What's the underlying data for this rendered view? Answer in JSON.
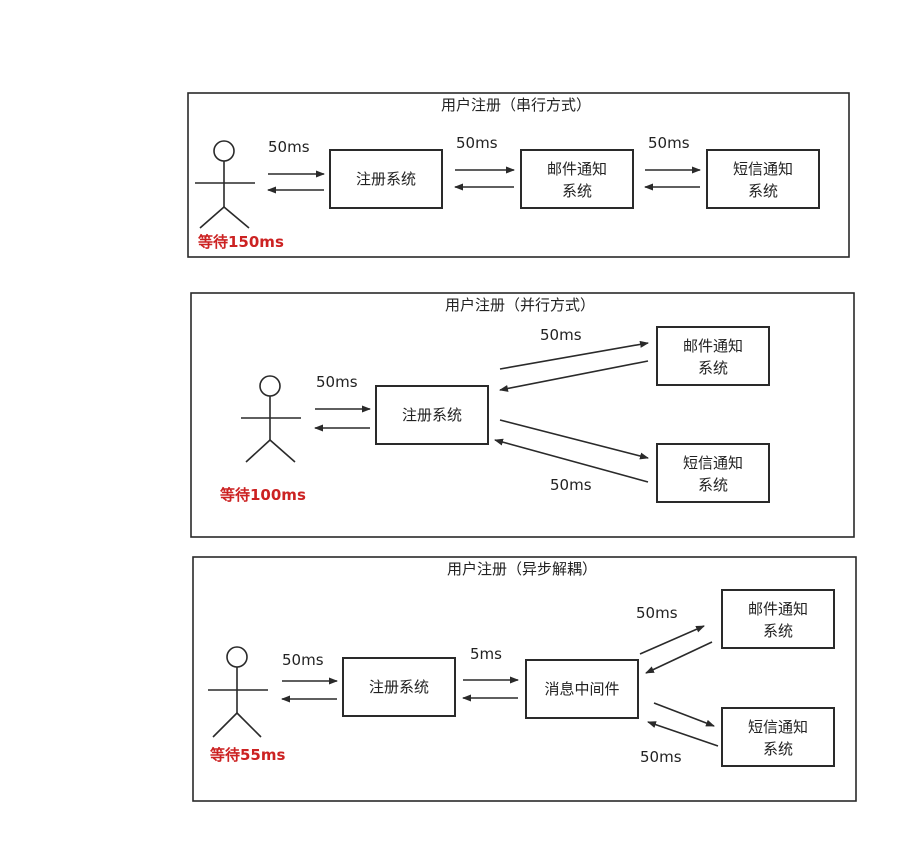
{
  "colors": {
    "stroke": "#2a2a2a",
    "wait_text": "#cc2222",
    "text": "#222222"
  },
  "panels": [
    {
      "title": "用户注册（串行方式）",
      "wait": "等待150ms",
      "boxes": {
        "register": "注册系统",
        "mail": [
          "邮件通知",
          "系统"
        ],
        "sms": [
          "短信通知",
          "系统"
        ]
      },
      "labels": {
        "user_to_register": "50ms",
        "register_to_mail": "50ms",
        "mail_to_sms": "50ms"
      }
    },
    {
      "title": "用户注册（并行方式）",
      "wait": "等待100ms",
      "boxes": {
        "register": "注册系统",
        "mail": [
          "邮件通知",
          "系统"
        ],
        "sms": [
          "短信通知",
          "系统"
        ]
      },
      "labels": {
        "user_to_register": "50ms",
        "register_to_mail": "50ms",
        "register_to_sms": "50ms"
      }
    },
    {
      "title": "用户注册（异步解耦）",
      "wait": "等待55ms",
      "boxes": {
        "register": "注册系统",
        "mq": "消息中间件",
        "mail": [
          "邮件通知",
          "系统"
        ],
        "sms": [
          "短信通知",
          "系统"
        ]
      },
      "labels": {
        "user_to_register": "50ms",
        "register_to_mq": "5ms",
        "mq_to_mail": "50ms",
        "mq_to_sms": "50ms"
      }
    }
  ]
}
